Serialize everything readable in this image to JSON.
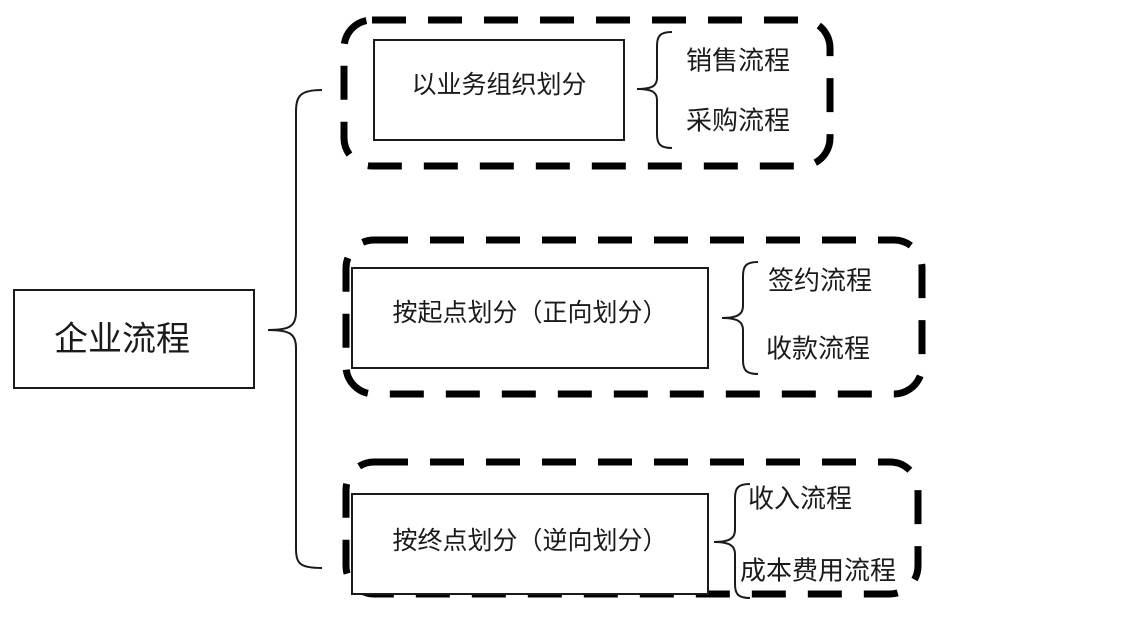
{
  "root": {
    "label": "企业流程"
  },
  "groups": [
    {
      "label": "以业务组织划分",
      "items": [
        "销售流程",
        "采购流程"
      ]
    },
    {
      "label": "按起点划分（正向划分）",
      "items": [
        "签约流程",
        "收款流程"
      ]
    },
    {
      "label": "按终点划分（逆向划分）",
      "items": [
        "收入流程",
        "成本费用流程"
      ]
    }
  ],
  "colors": {
    "line": "#1a1a1a",
    "dash": "#000000",
    "text": "#1a1a1a"
  }
}
